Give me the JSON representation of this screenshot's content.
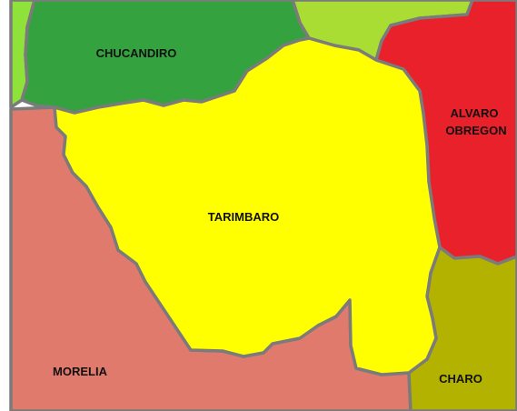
{
  "map": {
    "colors": {
      "background": "#ffffff",
      "border": "#7b7b7b",
      "label": "#111111"
    },
    "regions": {
      "chucandiro": {
        "label": "CHUCANDIRO",
        "color": "#34a33f"
      },
      "northwest_edge": {
        "color": "#8ee23a"
      },
      "north_center": {
        "color": "#a9dd34"
      },
      "alvaro_obregon": {
        "label_line1": "ALVARO",
        "label_line2": "OBREGON",
        "color": "#e9212a"
      },
      "tarimbaro": {
        "label": "TARIMBARO",
        "color": "#ffff00"
      },
      "morelia": {
        "label": "MORELIA",
        "color": "#df7a6c"
      },
      "charo": {
        "label": "CHARO",
        "color": "#b4b201"
      }
    }
  }
}
